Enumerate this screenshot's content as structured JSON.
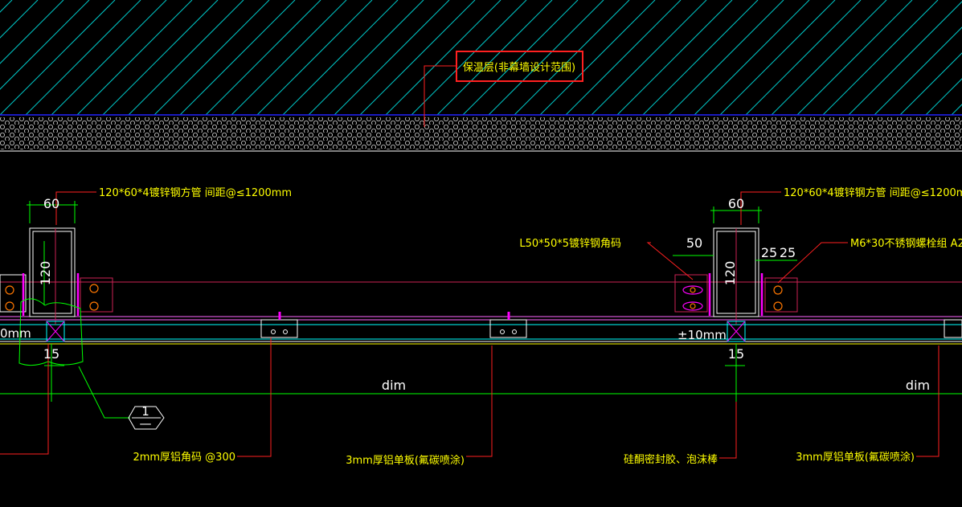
{
  "labels": {
    "insulation": "保温层(非幕墙设计范围)",
    "tube_left": "120*60*4镀锌钢方管  间距@≤1200mm",
    "tube_right": "120*60*4镀锌钢方管  间距@≤1200mm",
    "angle_code": "L50*50*5镀锌钢角码",
    "bolt": "M6*30不锈钢螺栓组  A2",
    "alu_angle": "2mm厚铝角码  @300",
    "panel_left": "3mm厚铝单板(氟碳喷涂)",
    "panel_right": "3mm厚铝单板(氟碳喷涂)",
    "sealant": "硅酮密封胶、泡沫棒"
  },
  "dims": {
    "w60_left": "60",
    "w60_right": "60",
    "h120_left": "120",
    "h120_right": "120",
    "w50": "50",
    "w25a": "25",
    "w25b": "25",
    "w15_left": "15",
    "w15_right": "15",
    "tol_left": "0mm",
    "tol_right": "±10mm",
    "dim_left": "dim",
    "dim_right": "dim"
  },
  "callout": {
    "number": "1",
    "sub": "—"
  },
  "colors": {
    "background": "#000000",
    "hatch": "#00ffff",
    "insulation_border": "#ffffff",
    "leader": "#ff0000",
    "note": "#ffff00",
    "dimension": "#00ff00",
    "bracket": "#ff00ff"
  }
}
